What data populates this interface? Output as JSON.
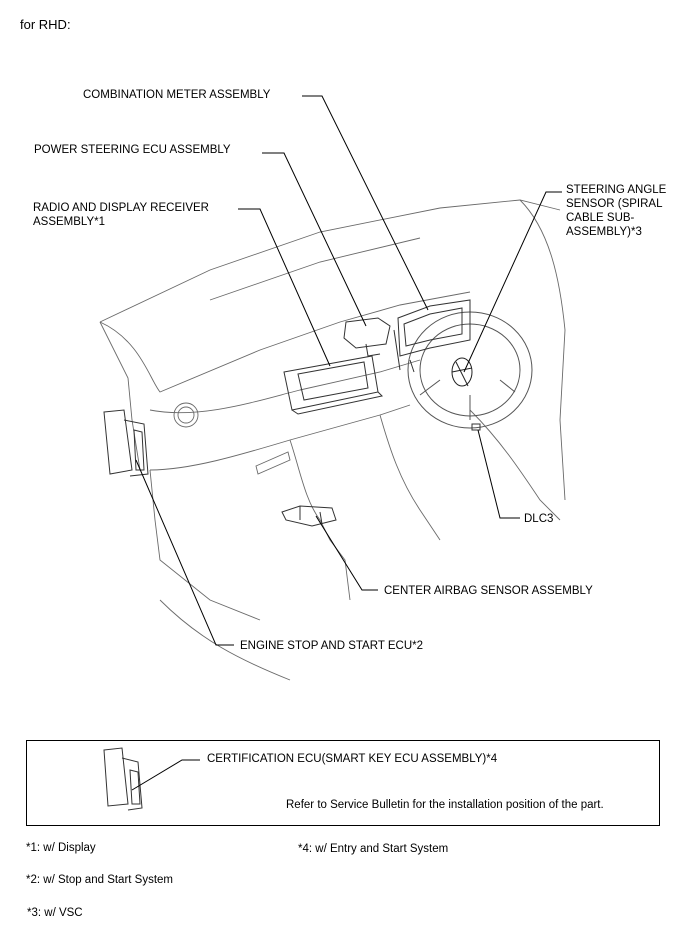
{
  "heading": "for RHD:",
  "labels": {
    "combination_meter": "COMBINATION METER ASSEMBLY",
    "power_steering_ecu": "POWER STEERING ECU ASSEMBLY",
    "radio_display_line1": "RADIO AND DISPLAY RECEIVER",
    "radio_display_line2": "ASSEMBLY*1",
    "steering_angle_line1": "STEERING ANGLE",
    "steering_angle_line2": "SENSOR (SPIRAL",
    "steering_angle_line3": "CABLE SUB-",
    "steering_angle_line4": "ASSEMBLY)*3",
    "dlc3": "DLC3",
    "center_airbag": "CENTER AIRBAG SENSOR ASSEMBLY",
    "engine_stop_start": "ENGINE STOP AND START ECU*2"
  },
  "legend_box": {
    "certification_ecu": "CERTIFICATION ECU(SMART KEY ECU ASSEMBLY)*4",
    "note": "Refer to Service Bulletin for the installation position of the part."
  },
  "footnotes": {
    "fn1": "*1: w/ Display",
    "fn2": "*2: w/ Stop and Start System",
    "fn3": "*3: w/ VSC",
    "fn4": "*4: w/ Entry and Start System"
  }
}
